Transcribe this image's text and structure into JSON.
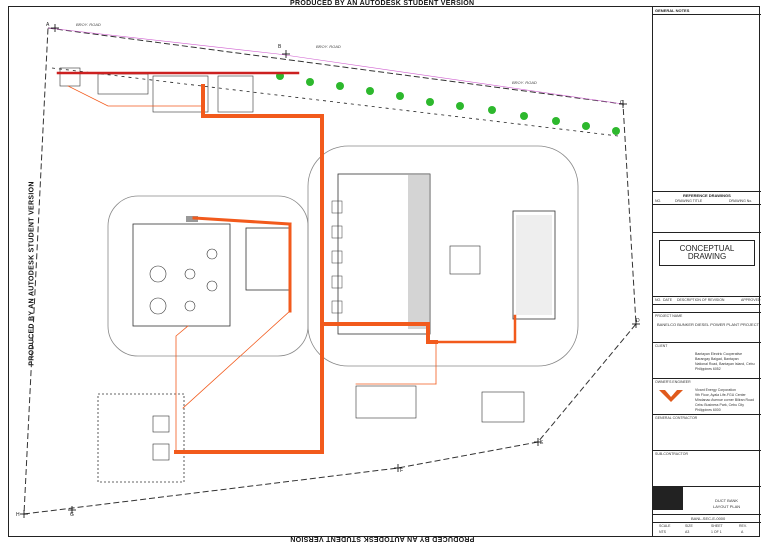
{
  "watermark": "PRODUCED BY AN AUTODESK STUDENT VERSION",
  "roads": [
    "BROY. ROAD",
    "BROY. ROAD",
    "BROY. ROAD"
  ],
  "points": [
    "A",
    "B",
    "C",
    "D",
    "E",
    "F",
    "G",
    "H"
  ],
  "title_block": {
    "general_notes": "GENERAL NOTES",
    "reference_drawings": "REFERENCE DRAWINGS",
    "ref_cols": [
      "NO.",
      "DRAWING TITLE",
      "DRAWING No."
    ],
    "conceptual_line1": "CONCEPTUAL",
    "conceptual_line2": "DRAWING",
    "rev_cols": [
      "NO.",
      "DATE",
      "DESCRIPTION OF REVISION",
      "APPROVED"
    ],
    "project_name_label": "PROJECT NAME",
    "project_name": "BANELCO BUNKER DIESEL POWER PLANT PROJECT",
    "client_label": "CLIENT",
    "client_lines": [
      "Bantayan Electric Cooperative",
      "Barangay Baigad, Bantayan",
      "National Road, Bantayan Island, Cebu",
      "Philippines 6052"
    ],
    "owner_label": "OWNER'S ENGINEER",
    "owner_lines": [
      "Vivant Energy Corporation",
      "9th Floor, Ayala Life-FGU Center",
      "Mindanao Avenue corner Biliran Road",
      "Cebu Business Park, Cebu City",
      "Philippines 6000"
    ],
    "general_contractor": "GENERAL CONTRACTOR",
    "sub_contractor": "SUB-CONTRACTOR",
    "sheet_title_line1": "DUCT BANK",
    "sheet_title_line2": "LAYOUT PLAN",
    "footer_cols": [
      "SCALE",
      "SIZE",
      "SHEET",
      "REV."
    ],
    "footer_vals": [
      "NTS",
      "A3",
      "1 OF 1",
      "A"
    ],
    "code": "BANL-SEC-E-0000"
  }
}
